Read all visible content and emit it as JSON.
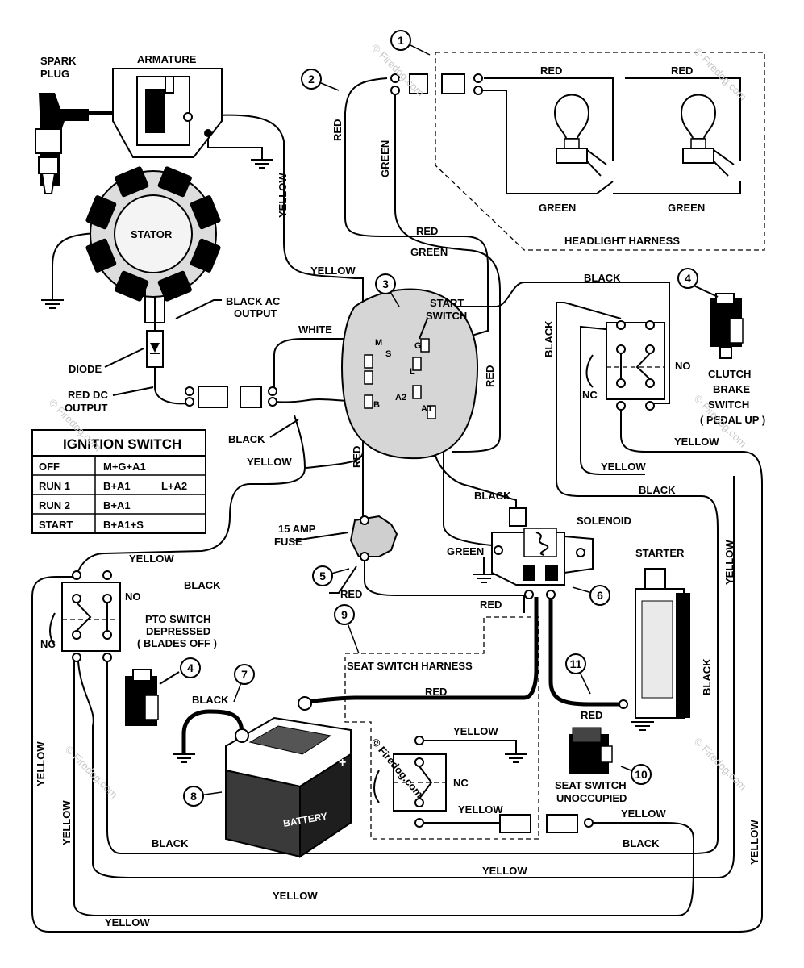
{
  "components": {
    "spark_plug": "SPARK\nPLUG",
    "armature": "ARMATURE",
    "stator": "STATOR",
    "black_ac_output": "BLACK AC\nOUTPUT",
    "diode": "DIODE",
    "red_dc_output": "RED DC\nOUTPUT",
    "headlight_harness": "HEADLIGHT HARNESS",
    "start_switch": "START\nSWITCH",
    "clutch_brake_switch": "CLUTCH\nBRAKE\nSWITCH\n( PEDAL UP )",
    "solenoid": "SOLENOID",
    "fuse": "15 AMP\nFUSE",
    "starter": "STARTER",
    "pto_switch": "PTO SWITCH\nDEPRESSED\n( BLADES OFF )",
    "seat_switch_harness": "SEAT SWITCH HARNESS",
    "seat_switch": "SEAT SWITCH\nUNOCCUPIED",
    "battery": "BATTERY"
  },
  "callouts": [
    "1",
    "2",
    "3",
    "4",
    "5",
    "6",
    "7",
    "8",
    "9",
    "10",
    "11"
  ],
  "switch_terms": {
    "no": "NO",
    "nc": "NC"
  },
  "ign_terminals": [
    "M",
    "S",
    "L",
    "G",
    "B",
    "A2",
    "A1"
  ],
  "wires": {
    "red": "RED",
    "green": "GREEN",
    "yellow": "YELLOW",
    "black": "BLACK",
    "white": "WHITE"
  },
  "ignition_table": {
    "title": "IGNITION SWITCH",
    "rows": [
      [
        "OFF",
        "M+G+A1",
        ""
      ],
      [
        "RUN 1",
        "B+A1",
        "L+A2"
      ],
      [
        "RUN 2",
        "B+A1",
        ""
      ],
      [
        "START",
        "B+A1+S",
        ""
      ]
    ]
  },
  "battery_plus": "+",
  "watermark": "© Firedog.com"
}
